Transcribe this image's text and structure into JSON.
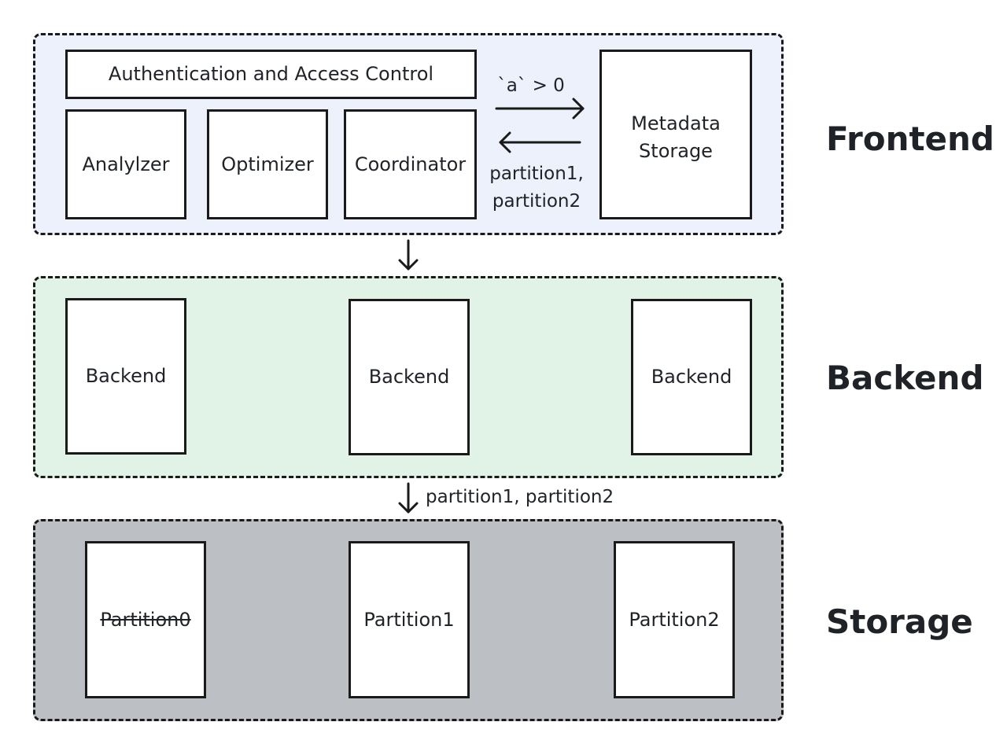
{
  "colors": {
    "frontend_bg": "#edf1fb",
    "backend_bg": "#e0f3e6",
    "storage_bg": "#bcbfc4",
    "stroke": "#1a1a1a"
  },
  "frontend": {
    "label": "Frontend",
    "auth": "Authentication and Access Control",
    "analyzer": "Analylzer",
    "optimizer": "Optimizer",
    "coordinator": "Coordinator",
    "metadata_line1": "Metadata",
    "metadata_line2": "Storage",
    "request_label": "`a` > 0",
    "response_line1": "partition1,",
    "response_line2": "partition2"
  },
  "backend": {
    "label": "Backend",
    "nodes": [
      "Backend",
      "Backend",
      "Backend"
    ],
    "to_storage_label": "partition1, partition2"
  },
  "storage": {
    "label": "Storage",
    "partitions": [
      "Partition0",
      "Partition1",
      "Partition2"
    ],
    "pruned_partition": "Partition0"
  }
}
